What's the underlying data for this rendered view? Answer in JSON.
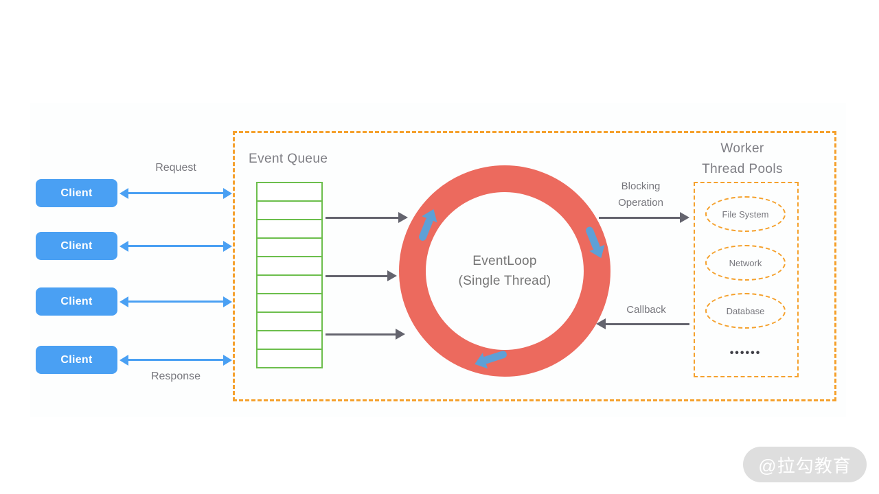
{
  "clients": [
    "Client",
    "Client",
    "Client",
    "Client"
  ],
  "flow": {
    "request": "Request",
    "response": "Response"
  },
  "event_queue": {
    "title": "Event Queue",
    "slots": 10
  },
  "event_loop": {
    "line1": "EventLoop",
    "line2": "(Single Thread)"
  },
  "arrows": {
    "blocking_line1": "Blocking",
    "blocking_line2": "Operation",
    "callback": "Callback"
  },
  "worker": {
    "title_line1": "Worker",
    "title_line2": "Thread Pools",
    "pools": [
      "File System",
      "Network",
      "Database"
    ],
    "more": "••••••"
  },
  "watermark": "@拉勾教育",
  "colors": {
    "client_blue": "#4AA0F3",
    "queue_green": "#6CBE4C",
    "loop_red": "#EC6A5E",
    "dashed_orange": "#F5A12D",
    "arrow_gray": "#64646E",
    "rotation_blue": "#5EA0D6",
    "text_gray": "#77777D",
    "watermark_bg": "#DEDEDE"
  }
}
